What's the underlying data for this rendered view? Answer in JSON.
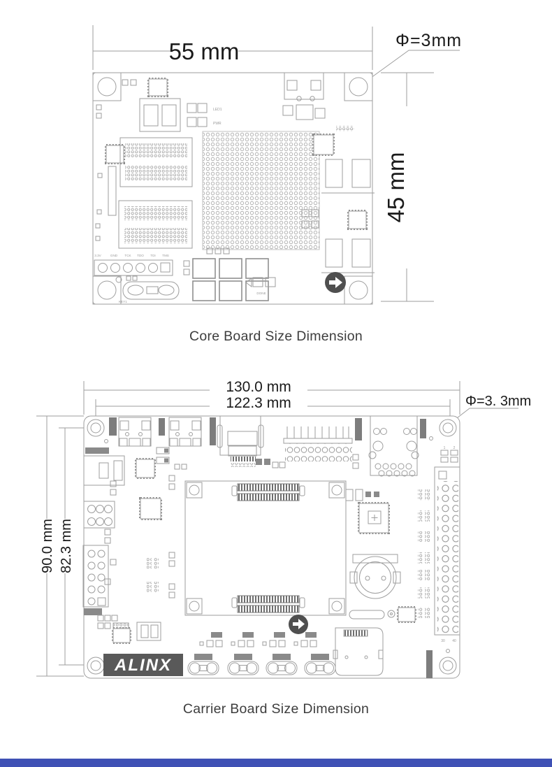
{
  "page": {
    "bg": "#ffffff",
    "accent_bar_color": "#3f51b5",
    "line_color": "#9e9e9e",
    "dimension_text_color": "#1a1a1a"
  },
  "core_board": {
    "caption": "Core Board Size Dimension",
    "width_label": "55 mm",
    "height_label": "45 mm",
    "hole_label": "Φ=3mm",
    "jtag_labels": [
      "3.3V",
      "GND",
      "TCK",
      "TDO",
      "TDI",
      "TMS"
    ],
    "silk": {
      "led1": "LED1",
      "pwr": "PWR",
      "done": "DONE",
      "key1": "KEY1"
    }
  },
  "carrier_board": {
    "caption": "Carrier Board Size Dimension",
    "outer_width_label": "130.0 mm",
    "inner_width_label": "122.3 mm",
    "outer_height_label": "90.0 mm",
    "inner_height_label": "82.3 mm",
    "hole_label": "Φ=3. 3mm",
    "logo_text": "ALINX",
    "header_labels": {
      "pin1": "1",
      "pin2": "2",
      "pin30": "30",
      "pin40": "40"
    }
  }
}
